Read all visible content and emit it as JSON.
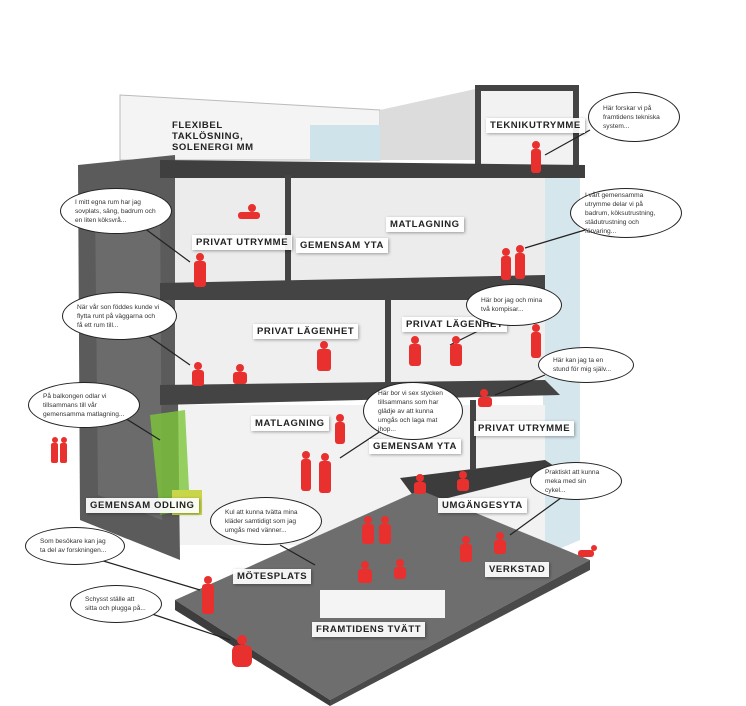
{
  "colors": {
    "figure": "#e8312f",
    "slab": "#4a4a4a",
    "floor": "#6b6b6b",
    "wall": "#e9e9e9",
    "glass": "#bfd6de",
    "plant": "#7cc63a"
  },
  "labels": {
    "roof": "FLEXIBEL TAKLÖSNING, SOLENERGI MM",
    "tech": "TEKNIKUTRYMME",
    "private_room_top": "PRIVAT UTRYMME",
    "common_area_top": "GEMENSAM YTA",
    "cooking_top": "MATLAGNING",
    "apartment_left": "PRIVAT LÄGENHET",
    "apartment_right": "PRIVAT LÄGENHET",
    "cooking_mid": "MATLAGNING",
    "common_area_mid": "GEMENSAM YTA",
    "private_room_mid": "PRIVAT UTRYMME",
    "garden": "GEMENSAM ODLING",
    "social": "UMGÄNGESYTA",
    "meeting": "MÖTESPLATS",
    "workshop": "VERKSTAD",
    "laundry": "FRAMTIDENS TVÄTT"
  },
  "bubbles": {
    "research": "Här forskar vi på framtidens tekniska system...",
    "own_room": "I mitt egna rum har jag sovplats, säng, badrum och en liten köksvrå...",
    "shared_space": "I vårt gemensamma utrymme delar vi på badrum, köksutrustning, städutrustning och förvaring...",
    "son": "När vår son föddes kunde vi flytta runt på väggarna och få ett rum till...",
    "roommates": "Här bor jag och mina två kompisar...",
    "alone": "Här kan jag ta en stund för mig själv...",
    "balcony": "På balkongen odlar vi tillsammans till vår gemensamma matlagning...",
    "six": "Här bor vi sex stycken tillsammans som har glädje av att kunna umgås och laga mat ihop...",
    "bike": "Praktiskt att kunna meka med sin cykel...",
    "laundry": "Kul att kunna tvätta mina kläder samtidigt som jag umgås med vänner...",
    "visitor": "Som besökare kan jag ta del av forskningen...",
    "study": "Schysst ställe att sitta och plugga på..."
  }
}
